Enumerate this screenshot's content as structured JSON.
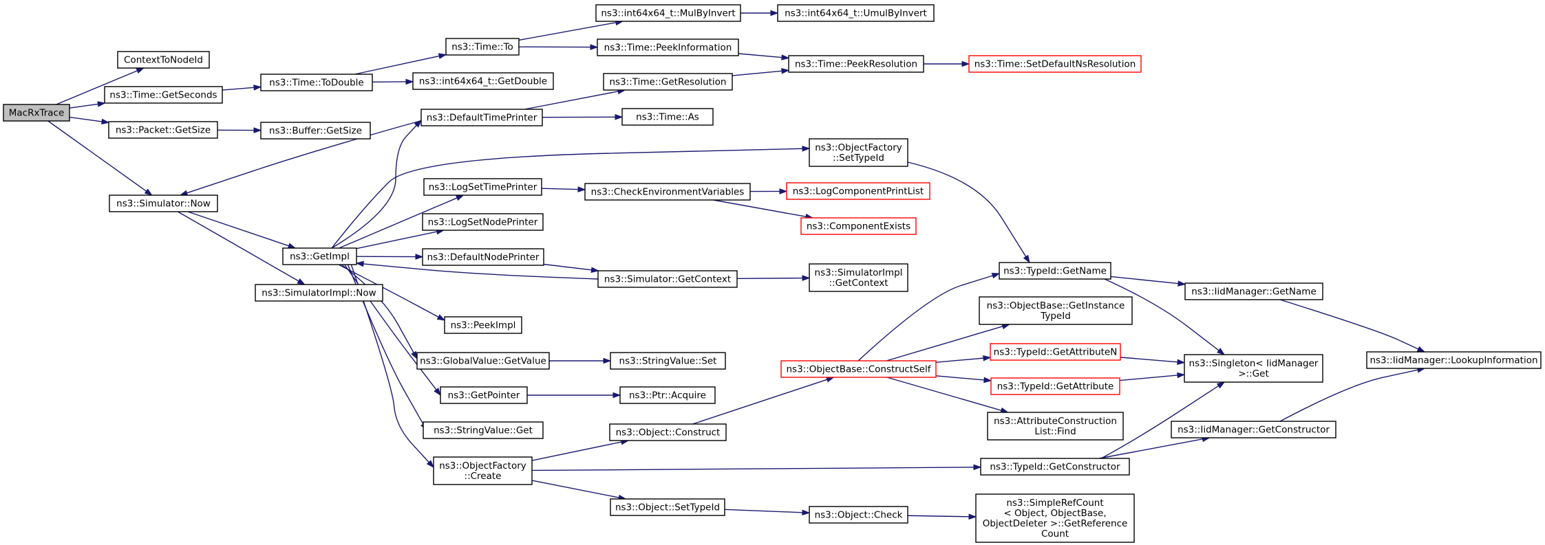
{
  "diagram": {
    "nodes": [
      {
        "id": "macrxtrace",
        "lines": [
          "MacRxTrace"
        ],
        "style": "root"
      },
      {
        "id": "contexttonodeid",
        "lines": [
          "ContextToNodeId"
        ],
        "style": "normal"
      },
      {
        "id": "time_getseconds",
        "lines": [
          "ns3::Time::GetSeconds"
        ],
        "style": "normal"
      },
      {
        "id": "packet_getsize",
        "lines": [
          "ns3::Packet::GetSize"
        ],
        "style": "normal"
      },
      {
        "id": "simulator_now",
        "lines": [
          "ns3::Simulator::Now"
        ],
        "style": "normal"
      },
      {
        "id": "time_todouble",
        "lines": [
          "ns3::Time::ToDouble"
        ],
        "style": "normal"
      },
      {
        "id": "buffer_getsize",
        "lines": [
          "ns3::Buffer::GetSize"
        ],
        "style": "normal"
      },
      {
        "id": "getimpl",
        "lines": [
          "ns3::GetImpl"
        ],
        "style": "normal"
      },
      {
        "id": "simulatorimpl_now",
        "lines": [
          "ns3::SimulatorImpl::Now"
        ],
        "style": "normal"
      },
      {
        "id": "time_to",
        "lines": [
          "ns3::Time::To"
        ],
        "style": "normal"
      },
      {
        "id": "int64_getdouble",
        "lines": [
          "ns3::int64x64_t::GetDouble"
        ],
        "style": "normal"
      },
      {
        "id": "defaulttimeprinter",
        "lines": [
          "ns3::DefaultTimePrinter"
        ],
        "style": "normal"
      },
      {
        "id": "logsettimeprinter",
        "lines": [
          "ns3::LogSetTimePrinter"
        ],
        "style": "normal"
      },
      {
        "id": "logsetnodeprinter",
        "lines": [
          "ns3::LogSetNodePrinter"
        ],
        "style": "normal"
      },
      {
        "id": "defaultnodeprinter",
        "lines": [
          "ns3::DefaultNodePrinter"
        ],
        "style": "normal"
      },
      {
        "id": "peekimpl",
        "lines": [
          "ns3::PeekImpl"
        ],
        "style": "normal"
      },
      {
        "id": "globalvalue_getvalue",
        "lines": [
          "ns3::GlobalValue::GetValue"
        ],
        "style": "normal"
      },
      {
        "id": "getpointer",
        "lines": [
          "ns3::GetPointer"
        ],
        "style": "normal"
      },
      {
        "id": "stringvalue_get",
        "lines": [
          "ns3::StringValue::Get"
        ],
        "style": "normal"
      },
      {
        "id": "objectfactory_create",
        "lines": [
          "ns3::ObjectFactory",
          "::Create"
        ],
        "style": "normal"
      },
      {
        "id": "int64_mulbyinvert",
        "lines": [
          "ns3::int64x64_t::MulByInvert"
        ],
        "style": "normal"
      },
      {
        "id": "time_peekinformation",
        "lines": [
          "ns3::Time::PeekInformation"
        ],
        "style": "normal"
      },
      {
        "id": "time_getresolution",
        "lines": [
          "ns3::Time::GetResolution"
        ],
        "style": "normal"
      },
      {
        "id": "time_as",
        "lines": [
          "ns3::Time::As"
        ],
        "style": "normal"
      },
      {
        "id": "checkenvironmentvariables",
        "lines": [
          "ns3::CheckEnvironmentVariables"
        ],
        "style": "normal"
      },
      {
        "id": "simulator_getcontext",
        "lines": [
          "ns3::Simulator::GetContext"
        ],
        "style": "normal"
      },
      {
        "id": "stringvalue_set",
        "lines": [
          "ns3::StringValue::Set"
        ],
        "style": "normal"
      },
      {
        "id": "ptr_acquire",
        "lines": [
          "ns3::Ptr::Acquire"
        ],
        "style": "normal"
      },
      {
        "id": "object_construct",
        "lines": [
          "ns3::Object::Construct"
        ],
        "style": "normal"
      },
      {
        "id": "object_settypeid",
        "lines": [
          "ns3::Object::SetTypeId"
        ],
        "style": "normal"
      },
      {
        "id": "int64_umulbyinvert",
        "lines": [
          "ns3::int64x64_t::UmulByInvert"
        ],
        "style": "normal"
      },
      {
        "id": "time_peekresolution",
        "lines": [
          "ns3::Time::PeekResolution"
        ],
        "style": "normal"
      },
      {
        "id": "objectfactory_settypeid",
        "lines": [
          "ns3::ObjectFactory",
          "::SetTypeId"
        ],
        "style": "normal"
      },
      {
        "id": "logcomponentprintlist",
        "lines": [
          "ns3::LogComponentPrintList"
        ],
        "style": "red"
      },
      {
        "id": "componentexists",
        "lines": [
          "ns3::ComponentExists"
        ],
        "style": "red"
      },
      {
        "id": "simulatorimpl_getcontext",
        "lines": [
          "ns3::SimulatorImpl",
          "::GetContext"
        ],
        "style": "normal"
      },
      {
        "id": "objectbase_constructself",
        "lines": [
          "ns3::ObjectBase::ConstructSelf"
        ],
        "style": "red"
      },
      {
        "id": "object_check",
        "lines": [
          "ns3::Object::Check"
        ],
        "style": "normal"
      },
      {
        "id": "time_setdefaultnsresolution",
        "lines": [
          "ns3::Time::SetDefaultNsResolution"
        ],
        "style": "red"
      },
      {
        "id": "typeid_getname",
        "lines": [
          "ns3::TypeId::GetName"
        ],
        "style": "normal"
      },
      {
        "id": "objectbase_getinstancetypeid",
        "lines": [
          "ns3::ObjectBase::GetInstance",
          "TypeId"
        ],
        "style": "normal"
      },
      {
        "id": "typeid_getattributen",
        "lines": [
          "ns3::TypeId::GetAttributeN"
        ],
        "style": "red"
      },
      {
        "id": "typeid_getattribute",
        "lines": [
          "ns3::TypeId::GetAttribute"
        ],
        "style": "red"
      },
      {
        "id": "attributeconstructionlist_find",
        "lines": [
          "ns3::AttributeConstruction",
          "List::Find"
        ],
        "style": "normal"
      },
      {
        "id": "typeid_getconstructor",
        "lines": [
          "ns3::TypeId::GetConstructor"
        ],
        "style": "normal"
      },
      {
        "id": "simplerefcount_getreferencecount",
        "lines": [
          "ns3::SimpleRefCount",
          "< Object, ObjectBase,",
          "ObjectDeleter >::GetReference",
          "Count"
        ],
        "style": "normal"
      },
      {
        "id": "iidmanager_getname",
        "lines": [
          "ns3::IidManager::GetName"
        ],
        "style": "normal"
      },
      {
        "id": "singleton_get",
        "lines": [
          "ns3::Singleton< IidManager",
          ">::Get"
        ],
        "style": "normal"
      },
      {
        "id": "iidmanager_getconstructor",
        "lines": [
          "ns3::IidManager::GetConstructor"
        ],
        "style": "normal"
      },
      {
        "id": "iidmanager_lookupinformation",
        "lines": [
          "ns3::IidManager::LookupInformation"
        ],
        "style": "normal"
      }
    ],
    "edges": [
      {
        "from": "macrxtrace",
        "to": "contexttonodeid"
      },
      {
        "from": "macrxtrace",
        "to": "time_getseconds"
      },
      {
        "from": "macrxtrace",
        "to": "packet_getsize"
      },
      {
        "from": "macrxtrace",
        "to": "simulator_now"
      },
      {
        "from": "time_getseconds",
        "to": "time_todouble"
      },
      {
        "from": "time_todouble",
        "to": "time_to"
      },
      {
        "from": "time_todouble",
        "to": "int64_getdouble"
      },
      {
        "from": "time_to",
        "to": "int64_mulbyinvert"
      },
      {
        "from": "time_to",
        "to": "time_peekinformation"
      },
      {
        "from": "int64_mulbyinvert",
        "to": "int64_umulbyinvert"
      },
      {
        "from": "time_peekinformation",
        "to": "time_peekresolution"
      },
      {
        "from": "time_getresolution",
        "to": "time_peekresolution"
      },
      {
        "from": "time_peekresolution",
        "to": "time_setdefaultnsresolution"
      },
      {
        "from": "packet_getsize",
        "to": "buffer_getsize"
      },
      {
        "from": "simulator_now",
        "to": "getimpl"
      },
      {
        "from": "simulator_now",
        "to": "simulatorimpl_now"
      },
      {
        "from": "defaulttimeprinter",
        "to": "time_getresolution"
      },
      {
        "from": "defaulttimeprinter",
        "to": "time_as"
      },
      {
        "from": "defaulttimeprinter",
        "to": "simulator_now"
      },
      {
        "from": "getimpl",
        "to": "defaulttimeprinter"
      },
      {
        "from": "getimpl",
        "to": "objectfactory_settypeid"
      },
      {
        "from": "getimpl",
        "to": "logsettimeprinter"
      },
      {
        "from": "getimpl",
        "to": "logsetnodeprinter"
      },
      {
        "from": "getimpl",
        "to": "defaultnodeprinter"
      },
      {
        "from": "getimpl",
        "to": "peekimpl"
      },
      {
        "from": "getimpl",
        "to": "globalvalue_getvalue"
      },
      {
        "from": "getimpl",
        "to": "getpointer"
      },
      {
        "from": "getimpl",
        "to": "stringvalue_get"
      },
      {
        "from": "getimpl",
        "to": "objectfactory_create"
      },
      {
        "from": "simulator_getcontext",
        "to": "getimpl"
      },
      {
        "from": "logsettimeprinter",
        "to": "checkenvironmentvariables"
      },
      {
        "from": "checkenvironmentvariables",
        "to": "logcomponentprintlist"
      },
      {
        "from": "checkenvironmentvariables",
        "to": "componentexists"
      },
      {
        "from": "defaultnodeprinter",
        "to": "simulator_getcontext"
      },
      {
        "from": "simulator_getcontext",
        "to": "simulatorimpl_getcontext"
      },
      {
        "from": "globalvalue_getvalue",
        "to": "stringvalue_set"
      },
      {
        "from": "getpointer",
        "to": "ptr_acquire"
      },
      {
        "from": "objectfactory_create",
        "to": "object_construct"
      },
      {
        "from": "objectfactory_create",
        "to": "typeid_getconstructor"
      },
      {
        "from": "objectfactory_create",
        "to": "object_settypeid"
      },
      {
        "from": "object_construct",
        "to": "objectbase_constructself"
      },
      {
        "from": "object_settypeid",
        "to": "object_check"
      },
      {
        "from": "object_check",
        "to": "simplerefcount_getreferencecount"
      },
      {
        "from": "objectfactory_settypeid",
        "to": "typeid_getname"
      },
      {
        "from": "objectbase_constructself",
        "to": "typeid_getname"
      },
      {
        "from": "objectbase_constructself",
        "to": "objectbase_getinstancetypeid"
      },
      {
        "from": "objectbase_constructself",
        "to": "typeid_getattributen"
      },
      {
        "from": "objectbase_constructself",
        "to": "typeid_getattribute"
      },
      {
        "from": "objectbase_constructself",
        "to": "attributeconstructionlist_find"
      },
      {
        "from": "typeid_getname",
        "to": "iidmanager_getname"
      },
      {
        "from": "typeid_getname",
        "to": "singleton_get"
      },
      {
        "from": "typeid_getattributen",
        "to": "singleton_get"
      },
      {
        "from": "typeid_getattribute",
        "to": "singleton_get"
      },
      {
        "from": "typeid_getconstructor",
        "to": "singleton_get"
      },
      {
        "from": "typeid_getconstructor",
        "to": "iidmanager_getconstructor"
      },
      {
        "from": "iidmanager_getname",
        "to": "iidmanager_lookupinformation"
      },
      {
        "from": "iidmanager_getconstructor",
        "to": "iidmanager_lookupinformation"
      }
    ]
  },
  "colors": {
    "edge": "#191970",
    "node_border": "#000000",
    "node_fill": "#ffffff",
    "root_fill": "#bfbfbf",
    "root_border": "#000000",
    "red_border": "#ff0000"
  }
}
